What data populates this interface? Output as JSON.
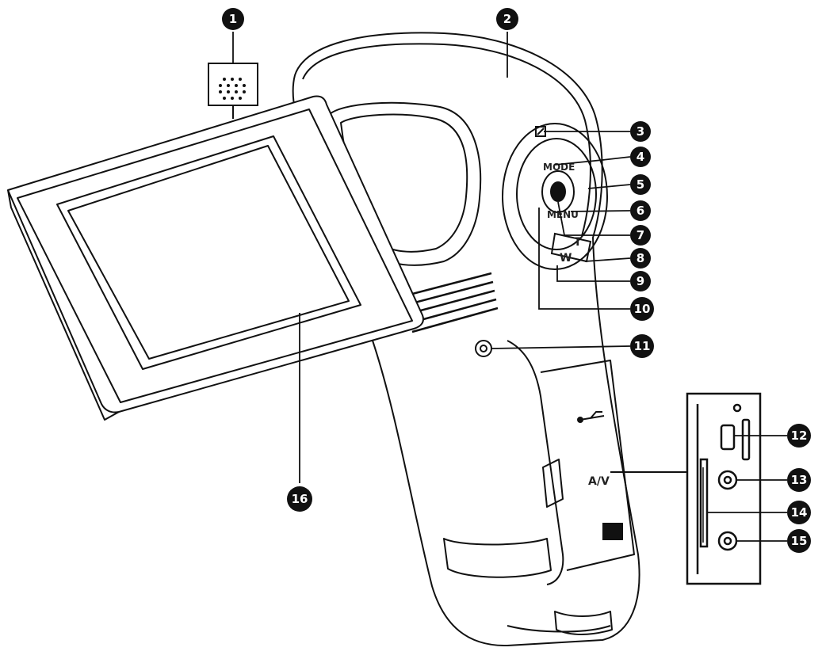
{
  "diagram": {
    "device_labels": {
      "mode": "MODE",
      "menu": "MENU",
      "tele": "T",
      "wide": "W",
      "av": "A/V"
    },
    "callouts": [
      "1",
      "2",
      "3",
      "4",
      "5",
      "6",
      "7",
      "8",
      "9",
      "10",
      "11",
      "12",
      "13",
      "14",
      "15",
      "16"
    ]
  }
}
